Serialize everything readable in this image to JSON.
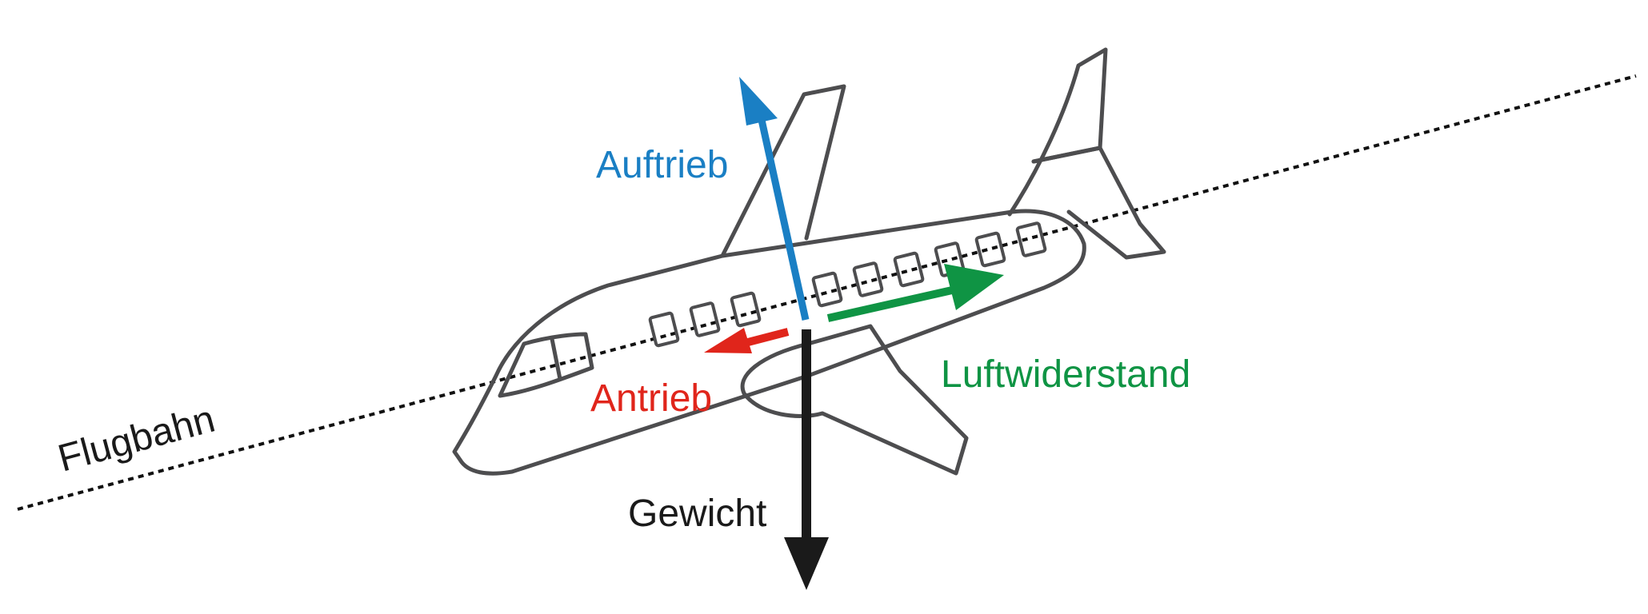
{
  "labels": {
    "lift": "Auftrieb",
    "thrust": "Antrieb",
    "drag": "Luftwiderstand",
    "weight": "Gewicht",
    "flight_path": "Flugbahn"
  },
  "colors": {
    "lift": "#1a7fc4",
    "thrust": "#e0251b",
    "drag": "#0f9444",
    "weight": "#1a1a1a",
    "outline": "#4d4d4f"
  }
}
